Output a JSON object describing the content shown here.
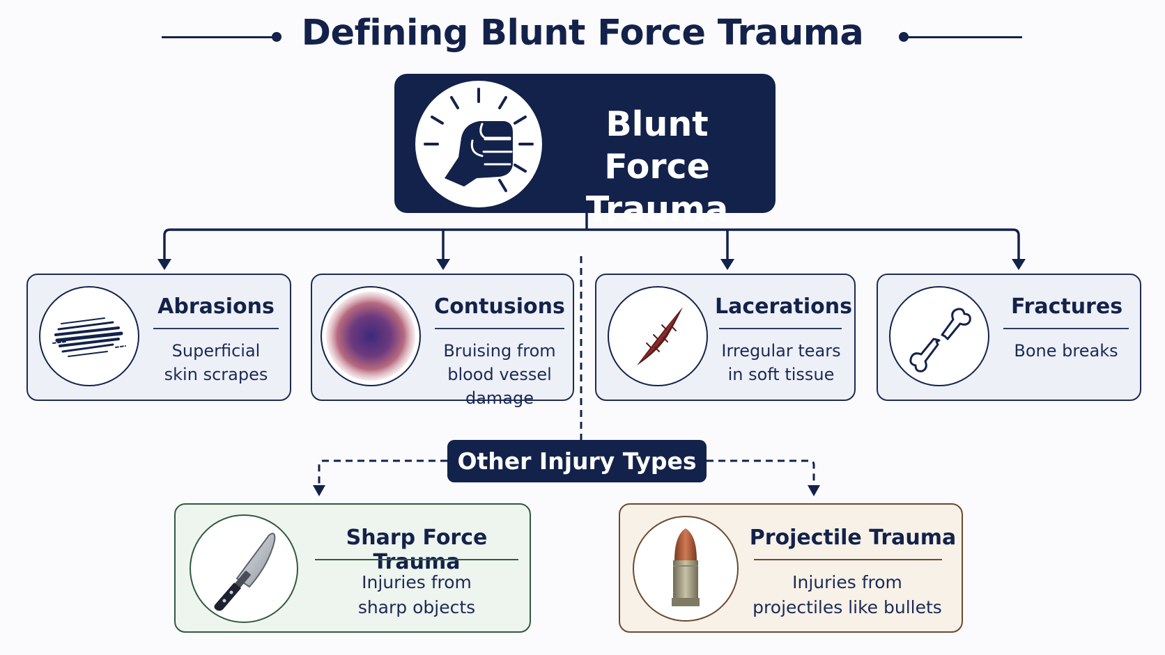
{
  "title": "Defining Blunt Force Trauma",
  "main": {
    "label_line1": "Blunt Force",
    "label_line2": "Trauma",
    "icon": "fist-icon"
  },
  "categories": [
    {
      "title": "Abrasions",
      "desc_line1": "Superficial",
      "desc_line2": "skin scrapes",
      "icon": "scrape-icon"
    },
    {
      "title": "Contusions",
      "desc_line1": "Bruising from",
      "desc_line2": "blood vessel damage",
      "icon": "bruise-icon"
    },
    {
      "title": "Lacerations",
      "desc_line1": "Irregular tears",
      "desc_line2": "in soft tissue",
      "icon": "tear-icon"
    },
    {
      "title": "Fractures",
      "desc_line1": "Bone breaks",
      "desc_line2": "",
      "icon": "broken-bone-icon"
    }
  ],
  "other": {
    "label": "Other Injury Types",
    "items": [
      {
        "title": "Sharp Force Trauma",
        "desc_line1": "Injuries from",
        "desc_line2": "sharp objects",
        "icon": "knife-icon"
      },
      {
        "title": "Projectile Trauma",
        "desc_line1": "Injuries from",
        "desc_line2": "projectiles like bullets",
        "icon": "bullet-icon"
      }
    ]
  },
  "colors": {
    "navy": "#13224a",
    "card_bg": "#eef0f7",
    "sharp_bg": "#eef4ee",
    "sharp_border": "#2f5a3e",
    "projectile_bg": "#f7f1e8",
    "projectile_border": "#6a4a2e"
  }
}
